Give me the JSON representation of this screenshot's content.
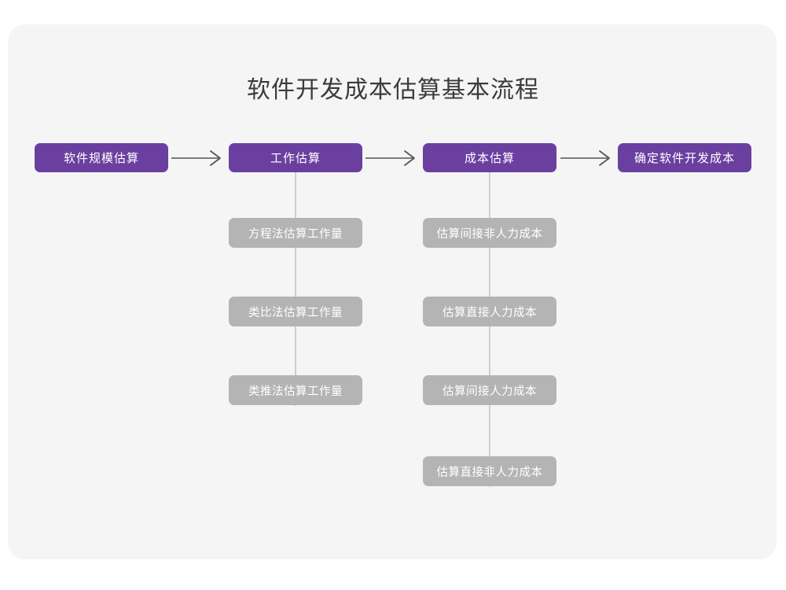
{
  "page": {
    "background_color": "#ffffff",
    "card_color": "#f5f5f5"
  },
  "diagram": {
    "title": "软件开发成本估算基本流程",
    "type": "flowchart",
    "title_color": "#3b3b3b",
    "stage_color": "#6b3fa0",
    "substep_color": "#b4b4b4",
    "connector_color": "#cfcfcf",
    "arrow_color": "#555555",
    "arrow_glyph": "→",
    "stages": [
      {
        "id": "stage-1",
        "label": "软件规模估算",
        "substeps": []
      },
      {
        "id": "stage-2",
        "label": "工作估算",
        "substeps": [
          "方程法估算工作量",
          "类比法估算工作量",
          "类推法估算工作量"
        ]
      },
      {
        "id": "stage-3",
        "label": "成本估算",
        "substeps": [
          "估算间接非人力成本",
          "估算直接人力成本",
          "估算间接人力成本",
          "估算直接非人力成本"
        ]
      },
      {
        "id": "stage-4",
        "label": "确定软件开发成本",
        "substeps": []
      }
    ]
  }
}
